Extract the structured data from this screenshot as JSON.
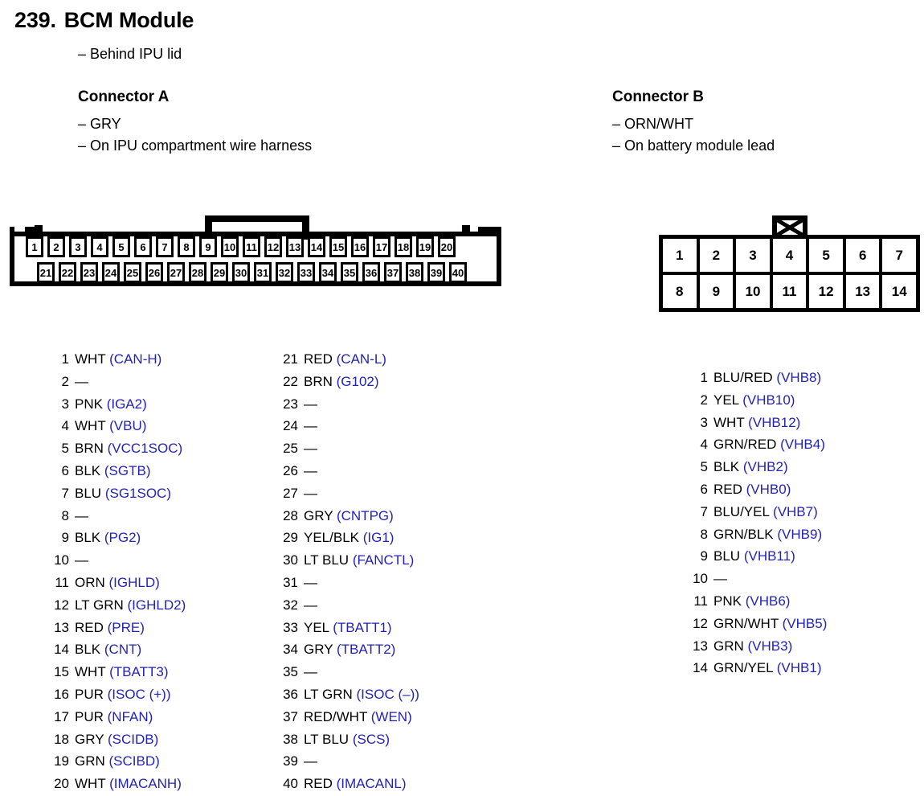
{
  "page": {
    "number": "239.",
    "title": "BCM Module",
    "subtitle": "– Behind IPU lid",
    "signal_color": "#2222bb"
  },
  "connector_a": {
    "heading": "Connector A",
    "note1": "– GRY",
    "note2": "– On IPU compartment wire harness",
    "diagram": {
      "top_row": [
        "1",
        "2",
        "3",
        "4",
        "5",
        "6",
        "7",
        "8",
        "9",
        "10",
        "11",
        "12",
        "13",
        "14",
        "15",
        "16",
        "17",
        "18",
        "19",
        "20"
      ],
      "bottom_row": [
        "21",
        "22",
        "23",
        "24",
        "25",
        "26",
        "27",
        "28",
        "29",
        "30",
        "31",
        "32",
        "33",
        "34",
        "35",
        "36",
        "37",
        "38",
        "39",
        "40"
      ]
    },
    "pins_col1": [
      {
        "n": "1",
        "color": "WHT",
        "sig": "(CAN-H)"
      },
      {
        "n": "2",
        "color": "—",
        "sig": ""
      },
      {
        "n": "3",
        "color": "PNK",
        "sig": "(IGA2)"
      },
      {
        "n": "4",
        "color": "WHT",
        "sig": "(VBU)"
      },
      {
        "n": "5",
        "color": "BRN",
        "sig": "(VCC1SOC)"
      },
      {
        "n": "6",
        "color": "BLK",
        "sig": "(SGTB)"
      },
      {
        "n": "7",
        "color": "BLU",
        "sig": "(SG1SOC)"
      },
      {
        "n": "8",
        "color": "—",
        "sig": ""
      },
      {
        "n": "9",
        "color": "BLK",
        "sig": "(PG2)"
      },
      {
        "n": "10",
        "color": "—",
        "sig": ""
      },
      {
        "n": "11",
        "color": "ORN",
        "sig": "(IGHLD)"
      },
      {
        "n": "12",
        "color": "LT GRN",
        "sig": "(IGHLD2)"
      },
      {
        "n": "13",
        "color": "RED",
        "sig": "(PRE)"
      },
      {
        "n": "14",
        "color": "BLK",
        "sig": "(CNT)"
      },
      {
        "n": "15",
        "color": "WHT",
        "sig": "(TBATT3)"
      },
      {
        "n": "16",
        "color": "PUR",
        "sig": "(ISOC (+))"
      },
      {
        "n": "17",
        "color": "PUR",
        "sig": "(NFAN)"
      },
      {
        "n": "18",
        "color": "GRY",
        "sig": "(SCIDB)"
      },
      {
        "n": "19",
        "color": "GRN",
        "sig": "(SCIBD)"
      },
      {
        "n": "20",
        "color": "WHT",
        "sig": "(IMACANH)"
      }
    ],
    "pins_col2": [
      {
        "n": "21",
        "color": "RED",
        "sig": "(CAN-L)"
      },
      {
        "n": "22",
        "color": "BRN",
        "sig": "(G102)"
      },
      {
        "n": "23",
        "color": "—",
        "sig": ""
      },
      {
        "n": "24",
        "color": "—",
        "sig": ""
      },
      {
        "n": "25",
        "color": "—",
        "sig": ""
      },
      {
        "n": "26",
        "color": "—",
        "sig": ""
      },
      {
        "n": "27",
        "color": "—",
        "sig": ""
      },
      {
        "n": "28",
        "color": "GRY",
        "sig": "(CNTPG)"
      },
      {
        "n": "29",
        "color": "YEL/BLK",
        "sig": "(IG1)"
      },
      {
        "n": "30",
        "color": "LT BLU",
        "sig": "(FANCTL)"
      },
      {
        "n": "31",
        "color": "—",
        "sig": ""
      },
      {
        "n": "32",
        "color": "—",
        "sig": ""
      },
      {
        "n": "33",
        "color": "YEL",
        "sig": "(TBATT1)"
      },
      {
        "n": "34",
        "color": "GRY",
        "sig": "(TBATT2)"
      },
      {
        "n": "35",
        "color": "—",
        "sig": ""
      },
      {
        "n": "36",
        "color": "LT GRN",
        "sig": "(ISOC (–))"
      },
      {
        "n": "37",
        "color": "RED/WHT",
        "sig": "(WEN)"
      },
      {
        "n": "38",
        "color": "LT BLU",
        "sig": "(SCS)"
      },
      {
        "n": "39",
        "color": "—",
        "sig": ""
      },
      {
        "n": "40",
        "color": "RED",
        "sig": "(IMACANL)"
      }
    ]
  },
  "connector_b": {
    "heading": "Connector B",
    "note1": "– ORN/WHT",
    "note2": "– On battery module lead",
    "diagram": {
      "top_row": [
        "1",
        "2",
        "3",
        "4",
        "5",
        "6",
        "7"
      ],
      "bottom_row": [
        "8",
        "9",
        "10",
        "11",
        "12",
        "13",
        "14"
      ]
    },
    "pins": [
      {
        "n": "1",
        "color": "BLU/RED",
        "sig": "(VHB8)"
      },
      {
        "n": "2",
        "color": "YEL",
        "sig": "(VHB10)"
      },
      {
        "n": "3",
        "color": "WHT",
        "sig": "(VHB12)"
      },
      {
        "n": "4",
        "color": "GRN/RED",
        "sig": "(VHB4)"
      },
      {
        "n": "5",
        "color": "BLK",
        "sig": "(VHB2)"
      },
      {
        "n": "6",
        "color": "RED",
        "sig": "(VHB0)"
      },
      {
        "n": "7",
        "color": "BLU/YEL",
        "sig": "(VHB7)"
      },
      {
        "n": "8",
        "color": "GRN/BLK",
        "sig": "(VHB9)"
      },
      {
        "n": "9",
        "color": "BLU",
        "sig": "(VHB11)"
      },
      {
        "n": "10",
        "color": "—",
        "sig": ""
      },
      {
        "n": "11",
        "color": "PNK",
        "sig": "(VHB6)"
      },
      {
        "n": "12",
        "color": "GRN/WHT",
        "sig": "(VHB5)"
      },
      {
        "n": "13",
        "color": "GRN",
        "sig": "(VHB3)"
      },
      {
        "n": "14",
        "color": "GRN/YEL",
        "sig": "(VHB1)"
      }
    ]
  }
}
